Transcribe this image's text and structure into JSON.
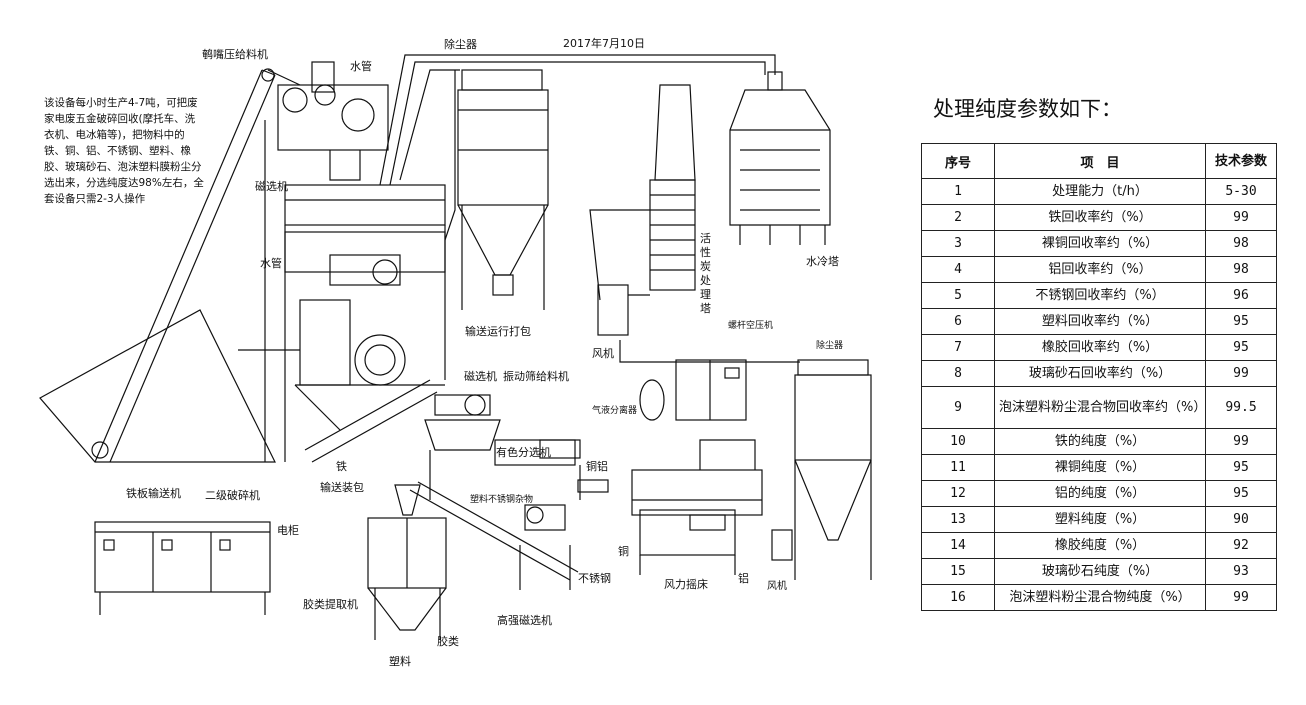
{
  "description": "该设备每小时生产4-7吨，可把废家电废五金破碎回收(摩托车、洗衣机、电冰箱等)，把物料中的铁、铜、铝、不锈钢、塑料、橡胶、玻璃砂石、泡沫塑料膜粉尘分选出来，分选纯度达98%左右，全套设备只需2-3人操作",
  "date": "2017年7月10日",
  "labels": {
    "feeder": "鹌嘴压给料机",
    "water_pipe_top": "水管",
    "dust_collector": "除尘器",
    "magnet1": "磁选机",
    "water_pipe_mid": "水管",
    "carbon_tower": "活性炭处理塔",
    "cooling_tower": "水冷塔",
    "packing": "输送运行打包",
    "fan1": "风机",
    "screw": "螺杆空压机",
    "dust2": "除尘器",
    "gas_sep": "气液分离器",
    "magnet2": "磁选机",
    "vib_feeder": "振动筛给料机",
    "color_sorter": "有色分选机",
    "copper_al": "铜铝",
    "iron": "铁",
    "iron_pack": "输送装包",
    "plastic_ss": "塑料不锈钢杂物",
    "chain_conv": "铁板输送机",
    "crusher2": "二级破碎机",
    "cabinet": "电柜",
    "copper": "铜",
    "aluminum": "铝",
    "stainless": "不锈钢",
    "air_table": "风力摇床",
    "fan2": "风机",
    "rubber_ext": "胶类提取机",
    "high_mag": "高强磁选机",
    "plastic": "塑料",
    "rubber": "胶类"
  },
  "panel_title": "处理纯度参数如下：",
  "table": {
    "headers": [
      "序号",
      "项　目",
      "技术参数"
    ],
    "rows": [
      [
        "1",
        "处理能力（t/h）",
        "5-30"
      ],
      [
        "2",
        "铁回收率约（%）",
        "99"
      ],
      [
        "3",
        "裸铜回收率约（%）",
        "98"
      ],
      [
        "4",
        "铝回收率约（%）",
        "98"
      ],
      [
        "5",
        "不锈钢回收率约（%）",
        "96"
      ],
      [
        "6",
        "塑料回收率约（%）",
        "95"
      ],
      [
        "7",
        "橡胶回收率约（%）",
        "95"
      ],
      [
        "8",
        "玻璃砂石回收率约（%）",
        "99"
      ],
      [
        "9",
        "泡沫塑料粉尘混合物回收率约（%）",
        "99.5"
      ],
      [
        "10",
        "铁的纯度（%）",
        "99"
      ],
      [
        "11",
        "裸铜纯度（%）",
        "95"
      ],
      [
        "12",
        "铝的纯度（%）",
        "95"
      ],
      [
        "13",
        "塑料纯度（%）",
        "90"
      ],
      [
        "14",
        "橡胶纯度（%）",
        "92"
      ],
      [
        "15",
        "玻璃砂石纯度（%）",
        "93"
      ],
      [
        "16",
        "泡沫塑料粉尘混合物纯度（%）",
        "99"
      ]
    ]
  }
}
